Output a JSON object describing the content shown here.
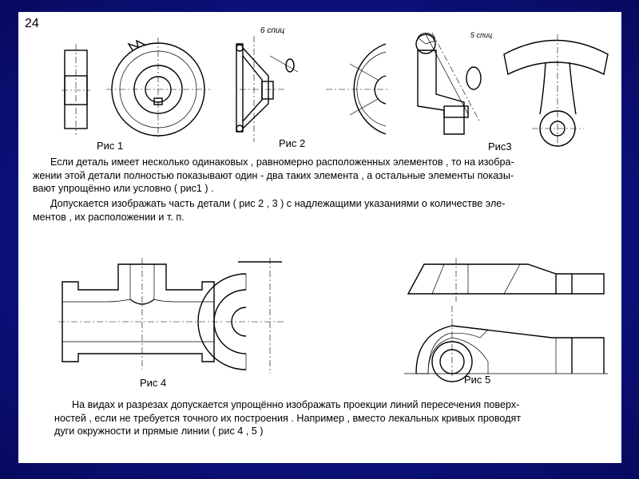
{
  "slide": {
    "page_number": "24",
    "figures": {
      "fig1_label": "Рис 1",
      "fig2_label": "Рис 2",
      "fig2_annotation": "6 спиц",
      "fig3_label": "Рис3",
      "fig3_annotation": "5 спиц",
      "fig4_label": "Рис 4",
      "fig5_label": "Рис 5"
    },
    "paragraphs": {
      "p1": [
        "Если деталь имеет несколько одинаковых , равномерно расположенных элементов , то на изобра-",
        "жении этой детали полностью показывают один - два таких элемента , а остальные элементы показы-",
        "вают упрощённо или условно ( рис1 ) ."
      ],
      "p2": [
        "Допускается изображать часть детали ( рис 2 , 3 ) с надлежащими указаниями о количестве эле-",
        "ментов , их расположении и т. п."
      ],
      "p3": [
        "На видах и разрезах допускается упрощённо изображать проекции линий пересечения поверх-",
        "ностей , если не требуется точного их построения . Например , вместо лекальных кривых проводят",
        "дуги окружности и прямые линии ( рис 4 , 5 )"
      ]
    }
  }
}
